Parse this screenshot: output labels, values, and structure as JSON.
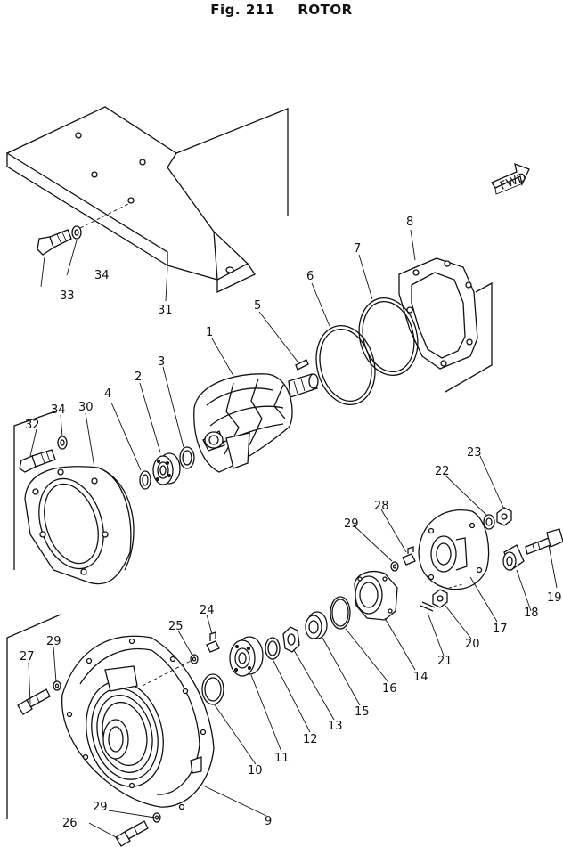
{
  "title": {
    "fig": "Fig. 211",
    "name": "ROTOR"
  },
  "fwd_label": "FWD",
  "callouts": [
    "1",
    "2",
    "3",
    "4",
    "5",
    "6",
    "7",
    "8",
    "9",
    "10",
    "11",
    "12",
    "13",
    "14",
    "15",
    "16",
    "17",
    "18",
    "19",
    "20",
    "21",
    "22",
    "23",
    "24",
    "25",
    "26",
    "27",
    "28",
    "29",
    "29",
    "29",
    "30",
    "31",
    "32",
    "33",
    "34",
    "34"
  ]
}
